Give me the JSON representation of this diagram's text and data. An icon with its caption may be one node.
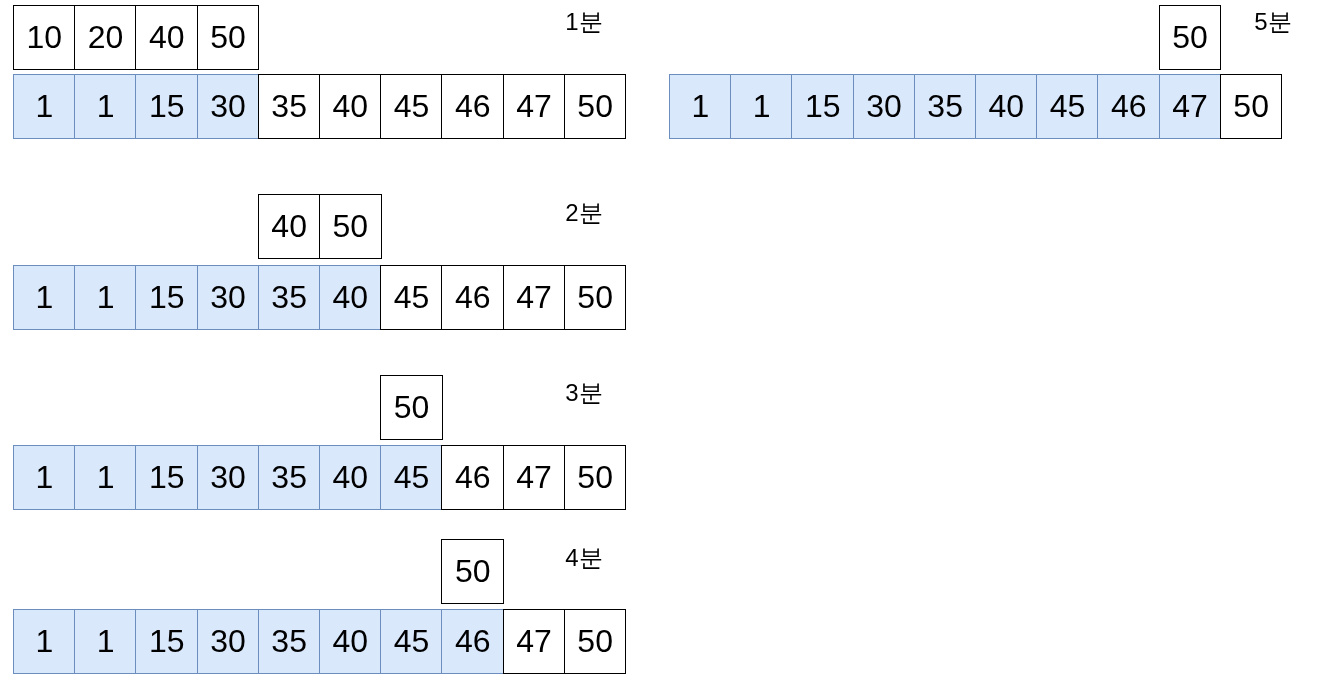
{
  "diagram": {
    "nodes": [
      {
        "text": [
          "10"
        ]
      },
      {
        "text": [
          "20"
        ]
      },
      {
        "text": [
          "40"
        ]
      },
      {
        "text": [
          "50"
        ]
      },
      {
        "text": [
          "1"
        ]
      },
      {
        "text": [
          "1"
        ]
      },
      {
        "text": [
          "15"
        ]
      },
      {
        "text": [
          "30"
        ]
      },
      {
        "text": [
          "35"
        ]
      },
      {
        "text": [
          "40"
        ]
      },
      {
        "text": [
          "45"
        ]
      },
      {
        "text": [
          "46"
        ]
      },
      {
        "text": [
          "47"
        ]
      },
      {
        "text": [
          "50"
        ]
      },
      {
        "text": [
          "40"
        ]
      },
      {
        "text": [
          "50"
        ]
      },
      {
        "text": [
          "1"
        ]
      },
      {
        "text": [
          "1"
        ]
      },
      {
        "text": [
          "15"
        ]
      },
      {
        "text": [
          "30"
        ]
      },
      {
        "text": [
          "35"
        ]
      },
      {
        "text": [
          "40"
        ]
      },
      {
        "text": [
          "45"
        ]
      },
      {
        "text": [
          "46"
        ]
      },
      {
        "text": [
          "47"
        ]
      },
      {
        "text": [
          "50"
        ]
      },
      {
        "text": [
          "50"
        ]
      },
      {
        "text": [
          "1"
        ]
      },
      {
        "text": [
          "1"
        ]
      },
      {
        "text": [
          "15"
        ]
      },
      {
        "text": [
          "30"
        ]
      },
      {
        "text": [
          "35"
        ]
      },
      {
        "text": [
          "40"
        ]
      },
      {
        "text": [
          "45"
        ]
      },
      {
        "text": [
          "46"
        ]
      },
      {
        "text": [
          "47"
        ]
      },
      {
        "text": [
          "50"
        ]
      },
      {
        "text": [
          "50"
        ]
      },
      {
        "text": [
          "1"
        ]
      },
      {
        "text": [
          "1"
        ]
      },
      {
        "text": [
          "15"
        ]
      },
      {
        "text": [
          "30"
        ]
      },
      {
        "text": [
          "35"
        ]
      },
      {
        "text": [
          "40"
        ]
      },
      {
        "text": [
          "45"
        ]
      },
      {
        "text": [
          "46"
        ]
      },
      {
        "text": [
          "47"
        ]
      },
      {
        "text": [
          "50"
        ]
      },
      {
        "text": [
          "50"
        ]
      },
      {
        "text": [
          "1"
        ]
      },
      {
        "text": [
          "1"
        ]
      },
      {
        "text": [
          "15"
        ]
      },
      {
        "text": [
          "30"
        ]
      },
      {
        "text": [
          "35"
        ]
      },
      {
        "text": [
          "40"
        ]
      },
      {
        "text": [
          "45"
        ]
      },
      {
        "text": [
          "46"
        ]
      },
      {
        "text": [
          "47"
        ]
      },
      {
        "text": [
          "50"
        ]
      }
    ],
    "labels": [
      "1분",
      "2분",
      "3분",
      "4분",
      "5분"
    ]
  }
}
